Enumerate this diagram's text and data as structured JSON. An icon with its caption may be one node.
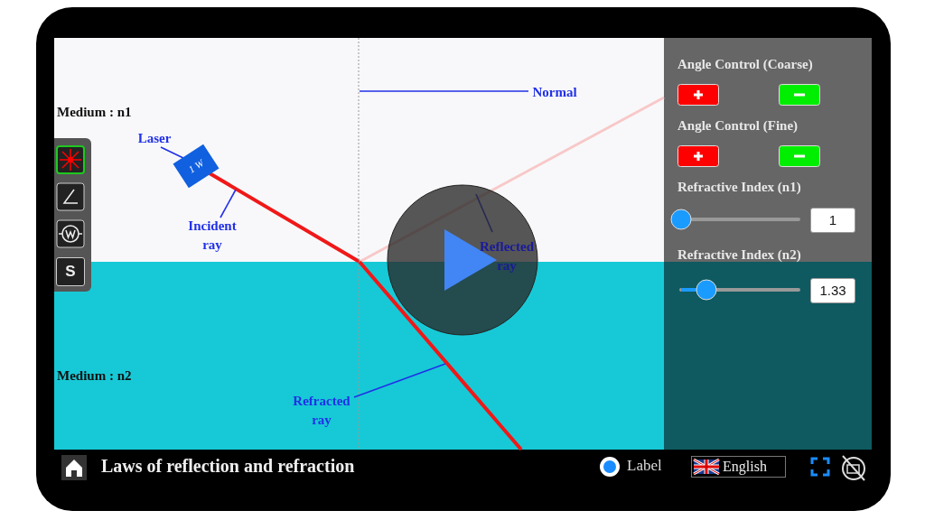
{
  "diagram": {
    "title": "Laws of reflection and refraction",
    "nodes": [
      {
        "text": [
          "Laser"
        ]
      },
      {
        "text": [
          "1 W"
        ]
      },
      {
        "text": [
          "Incident ray"
        ]
      },
      {
        "text": [],
        "shape": "line"
      },
      {
        "text": [
          "Normal"
        ]
      },
      {
        "text": [],
        "shape": "line"
      },
      {
        "text": [
          "Reflected ray"
        ]
      },
      {
        "text": [],
        "shape": "line"
      },
      {
        "text": [
          "Refracted ray"
        ]
      },
      {
        "text": [],
        "shape": "line"
      }
    ],
    "edges": [
      {
        "from": 0,
        "to": 1,
        "arrow": "none"
      },
      {
        "from": 2,
        "to": 3,
        "arrow": "none"
      },
      {
        "from": 4,
        "to": 5,
        "arrow": "none"
      },
      {
        "from": 6,
        "to": 7,
        "arrow": "none"
      },
      {
        "from": 8,
        "to": 9,
        "arrow": "none"
      }
    ],
    "labels": [
      "Medium : n1",
      "Medium : n2",
      "S",
      "Angle Control (Coarse)",
      "Angle Control (Fine)",
      "Refractive Index (n1)",
      "1",
      "Refractive Index (n2)",
      "1.33",
      "Label",
      "English"
    ]
  }
}
